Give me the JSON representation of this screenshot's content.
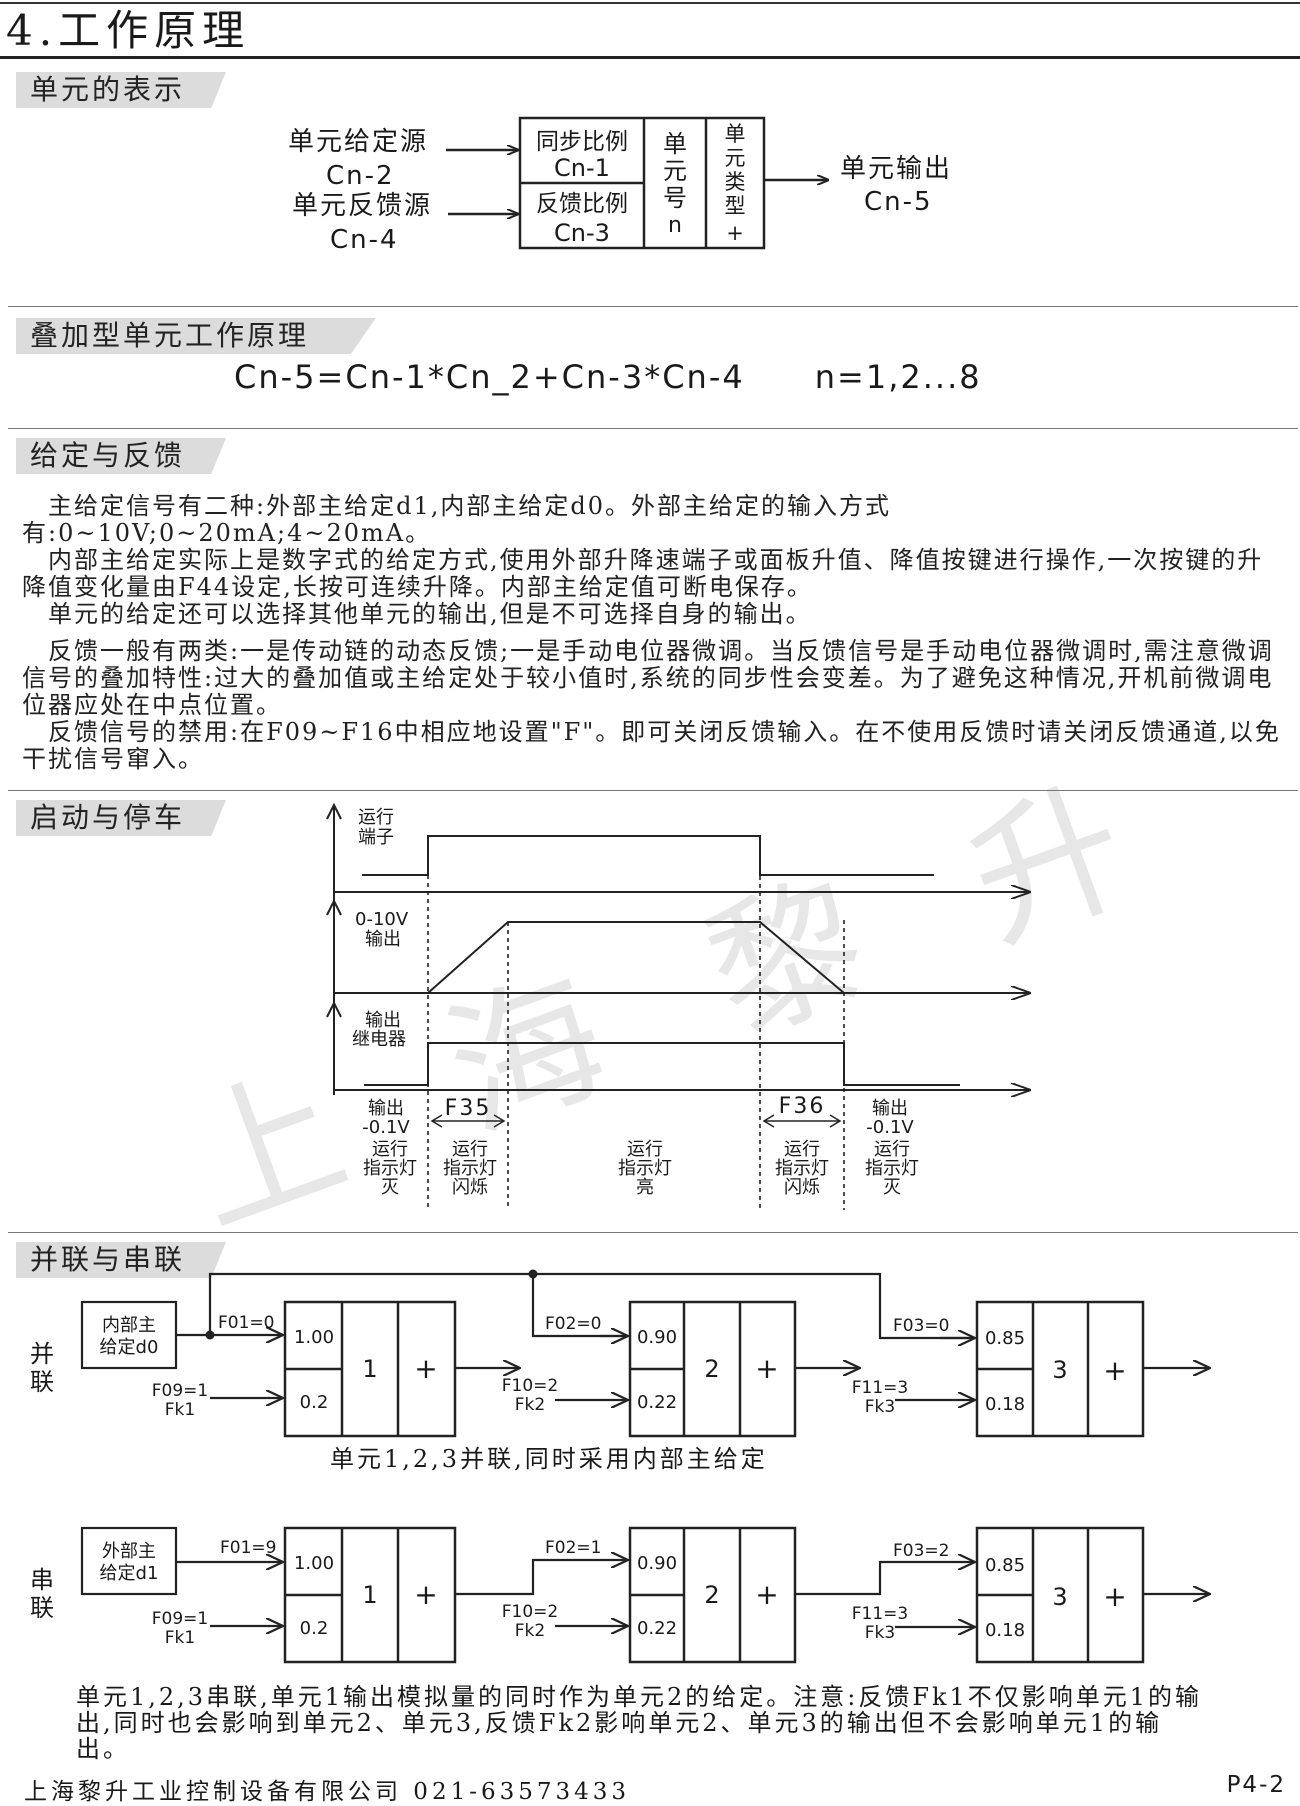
{
  "page": {
    "title": "4.工作原理",
    "footer_company": "上海黎升工业控制设备有限公司 021-63573433",
    "page_number": "P4-2",
    "watermark": "上 海 黎 升"
  },
  "unit_repr": {
    "section": "单元的表示",
    "source_label": "单元给定源",
    "source_code": "Cn-2",
    "feedback_label": "单元反馈源",
    "feedback_code": "Cn-4",
    "sync_label": "同步比例",
    "sync_code": "Cn-1",
    "fb_ratio_label": "反馈比例",
    "fb_ratio_code": "Cn-3",
    "unit_no_chars": [
      "单",
      "元",
      "号",
      "n"
    ],
    "unit_type_chars": [
      "单",
      "元",
      "类",
      "型",
      "+"
    ],
    "output_label": "单元输出",
    "output_code": "Cn-5"
  },
  "superpose": {
    "section": "叠加型单元工作原理",
    "formula": "Cn-5=Cn-1*Cn_2+Cn-3*Cn-4",
    "range": "n=1,2...8"
  },
  "ref_feedback": {
    "section": "给定与反馈",
    "paragraphs": [
      "主给定信号有二种:外部主给定d1,内部主给定d0。外部主给定的输入方式有:0~10V;0~20mA;4~20mA。",
      "内部主给定实际上是数字式的给定方式,使用外部升降速端子或面板升值、降值按键进行操作,一次按键的升降值变化量由F44设定,长按可连续升降。内部主给定值可断电保存。",
      "单元的给定还可以选择其他单元的输出,但是不可选择自身的输出。",
      "反馈一般有两类:一是传动链的动态反馈;一是手动电位器微调。当反馈信号是手动电位器微调时,需注意微调信号的叠加特性:过大的叠加值或主给定处于较小值时,系统的同步性会变差。为了避免这种情况,开机前微调电位器应处在中点位置。",
      "反馈信号的禁用:在F09~F16中相应地设置\"F\"。即可关闭反馈输入。在不使用反馈时请关闭反馈通道,以免干扰信号窜入。"
    ]
  },
  "start_stop": {
    "section": "启动与停车",
    "sig1": [
      "运行",
      "端子"
    ],
    "sig2": [
      "0-10V",
      "输出"
    ],
    "sig3": [
      "输出",
      "继电器"
    ],
    "f35": "F35",
    "f36": "F36",
    "out_left": [
      "输出",
      "-0.1V"
    ],
    "out_right": [
      "输出",
      "-0.1V"
    ],
    "status": [
      [
        "运行",
        "指示灯",
        "灭"
      ],
      [
        "运行",
        "指示灯",
        "闪烁"
      ],
      [
        "运行",
        "指示灯",
        "亮"
      ],
      [
        "运行",
        "指示灯",
        "闪烁"
      ],
      [
        "运行",
        "指示灯",
        "灭"
      ]
    ]
  },
  "parallel_series": {
    "section": "并联与串联",
    "parallel": {
      "side_label": [
        "并",
        "联"
      ],
      "source": [
        "内部主",
        "给定d0"
      ],
      "caption": "单元1,2,3并联,同时采用内部主给定",
      "units": [
        {
          "f_top": "F01=0",
          "f_fb": [
            "F09=1",
            "Fk1"
          ],
          "top_val": "1.00",
          "bot_val": "0.2",
          "num": "1",
          "type": "+"
        },
        {
          "f_top": "F02=0",
          "f_fb": [
            "F10=2",
            "Fk2"
          ],
          "top_val": "0.90",
          "bot_val": "0.22",
          "num": "2",
          "type": "+"
        },
        {
          "f_top": "F03=0",
          "f_fb": [
            "F11=3",
            "Fk3"
          ],
          "top_val": "0.85",
          "bot_val": "0.18",
          "num": "3",
          "type": "+"
        }
      ]
    },
    "series": {
      "side_label": [
        "串",
        "联"
      ],
      "source": [
        "外部主",
        "给定d1"
      ],
      "caption": "单元1,2,3串联,单元1输出模拟量的同时作为单元2的给定。注意:反馈Fk1不仅影响单元1的输出,同时也会影响到单元2、单元3,反馈Fk2影响单元2、单元3的输出但不会影响单元1的输出。",
      "units": [
        {
          "f_top": "F01=9",
          "f_fb": [
            "F09=1",
            "Fk1"
          ],
          "top_val": "1.00",
          "bot_val": "0.2",
          "num": "1",
          "type": "+"
        },
        {
          "f_top": "F02=1",
          "f_fb": [
            "F10=2",
            "Fk2"
          ],
          "top_val": "0.90",
          "bot_val": "0.22",
          "num": "2",
          "type": "+"
        },
        {
          "f_top": "F03=2",
          "f_fb": [
            "F11=3",
            "Fk3"
          ],
          "top_val": "0.85",
          "bot_val": "0.18",
          "num": "3",
          "type": "+"
        }
      ]
    }
  }
}
